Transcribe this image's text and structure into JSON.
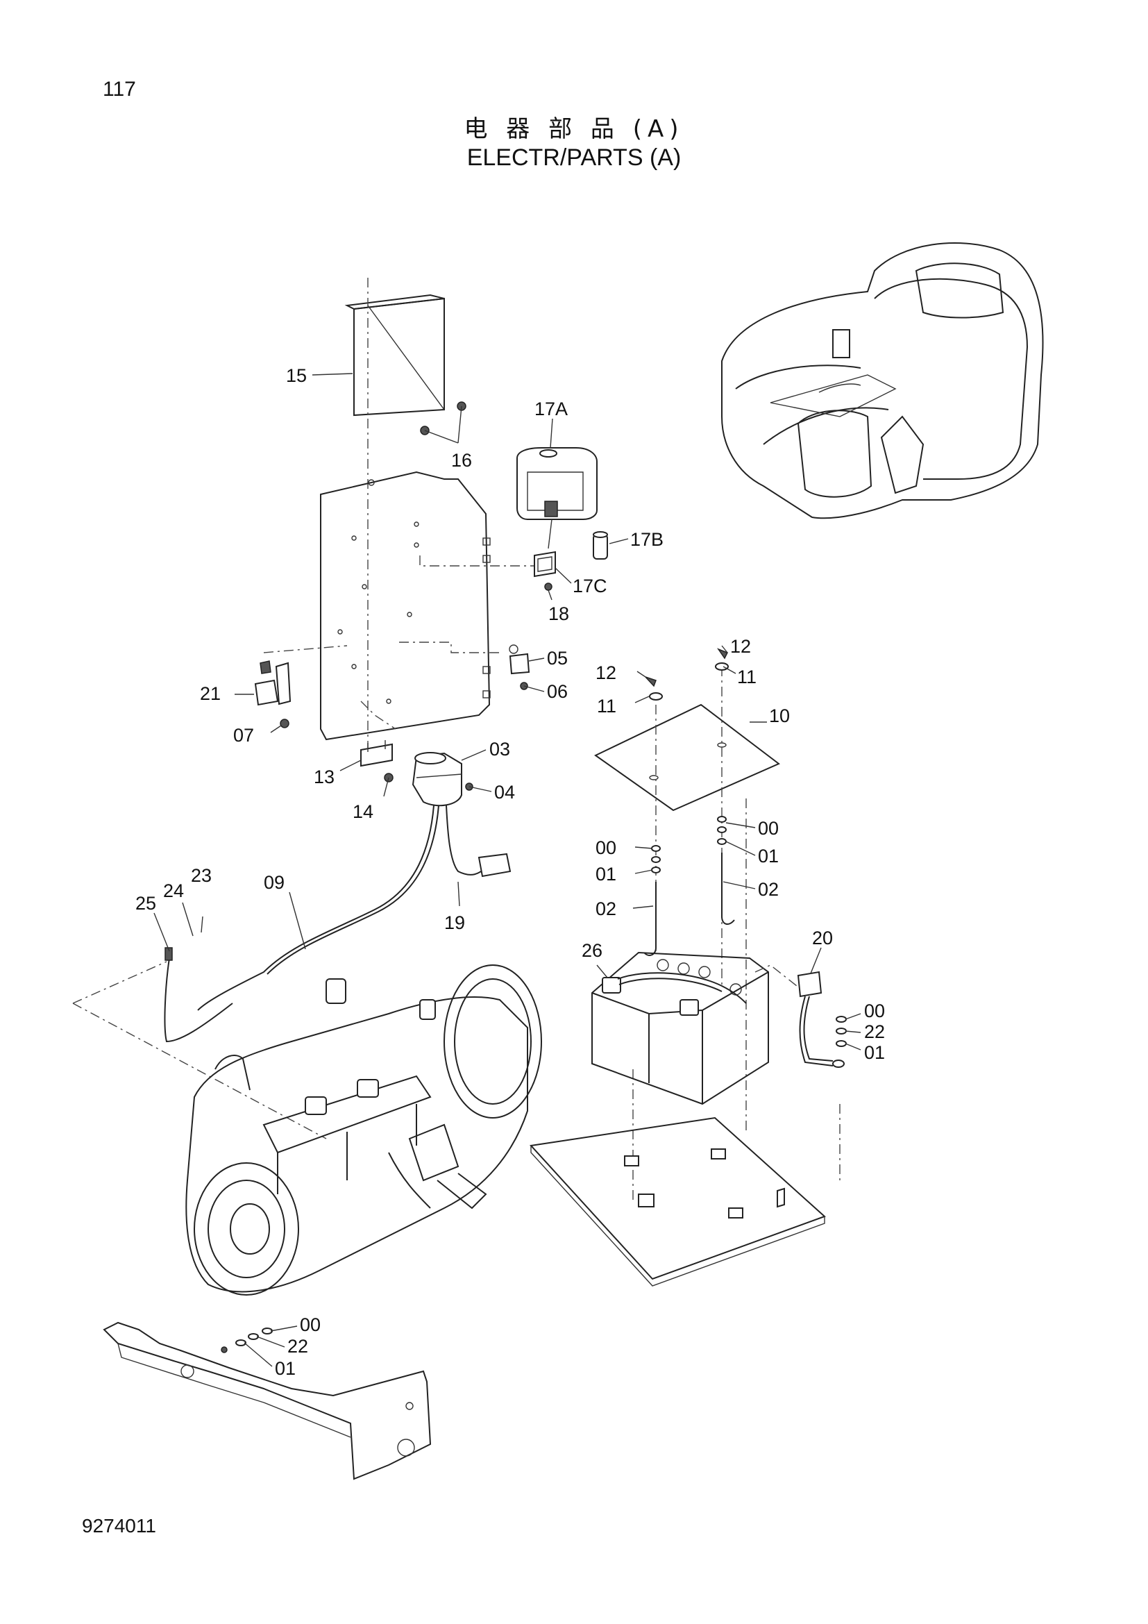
{
  "header": {
    "page_number": "117",
    "title_cn": "电 器 部 品 (A)",
    "title_en": "ELECTR/PARTS  (A)"
  },
  "footer": {
    "drawing_number": "9274011"
  },
  "callouts": [
    "15",
    "16",
    "17A",
    "17B",
    "17C",
    "18",
    "05",
    "06",
    "21",
    "07",
    "03",
    "04",
    "13",
    "14",
    "12",
    "11",
    "12",
    "11",
    "10",
    "00",
    "01",
    "02",
    "00",
    "01",
    "02",
    "09",
    "19",
    "23",
    "24",
    "25",
    "26",
    "20",
    "00",
    "22",
    "01",
    "00",
    "22",
    "01"
  ]
}
